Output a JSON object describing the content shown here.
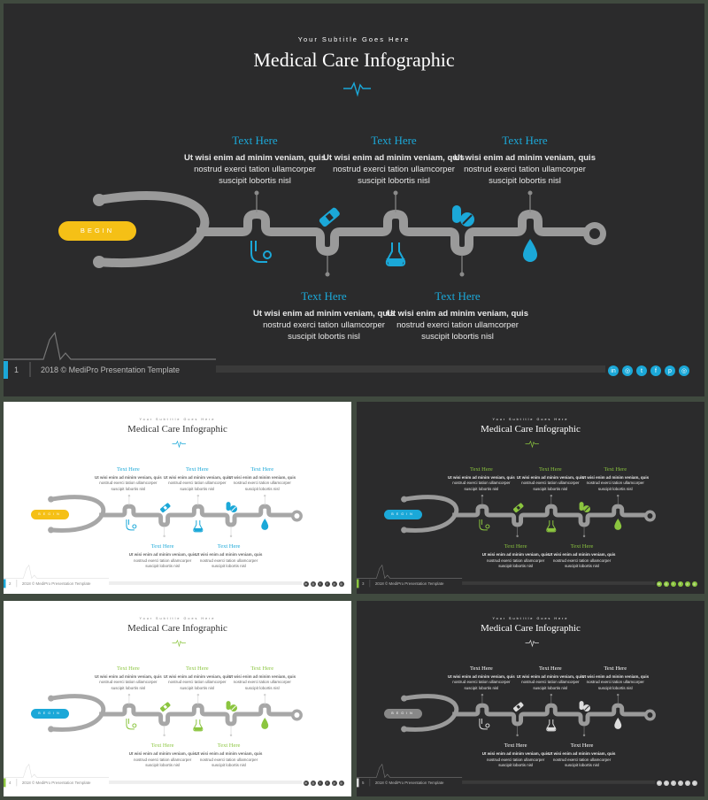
{
  "slide_title": "Medical Care Infographic",
  "slide_subtitle": "Your Subtitle Goes Here",
  "begin_label": "BEGIN",
  "box_heading": "Text Here",
  "body_line1": "Ut wisi enim ad minim veniam, quis",
  "body_line2": "nostrud exerci tation ullamcorper",
  "body_line3": "suscipit lobortis nisl",
  "footer_text": "2018 © MediPro Presentation Template",
  "social_icons": [
    "in",
    "◎",
    "t",
    "f",
    "p",
    "◎"
  ],
  "slides": [
    {
      "number": "1",
      "theme": "dark",
      "accent": "#1ba8d8",
      "begin_color": "#f5c016",
      "social_color": "#1ba8d8"
    },
    {
      "number": "2",
      "theme": "light",
      "accent": "#1ba8d8",
      "begin_color": "#f5c016",
      "social_color": "#444444"
    },
    {
      "number": "3",
      "theme": "dark",
      "accent": "#8bc53f",
      "begin_color": "#1ba8d8",
      "social_color": "#8bc53f"
    },
    {
      "number": "4",
      "theme": "light",
      "accent": "#8bc53f",
      "begin_color": "#1ba8d8",
      "social_color": "#444444"
    },
    {
      "number": "5",
      "theme": "dark",
      "accent": "#dddddd",
      "begin_color": "#888888",
      "social_color": "#cccccc"
    }
  ]
}
